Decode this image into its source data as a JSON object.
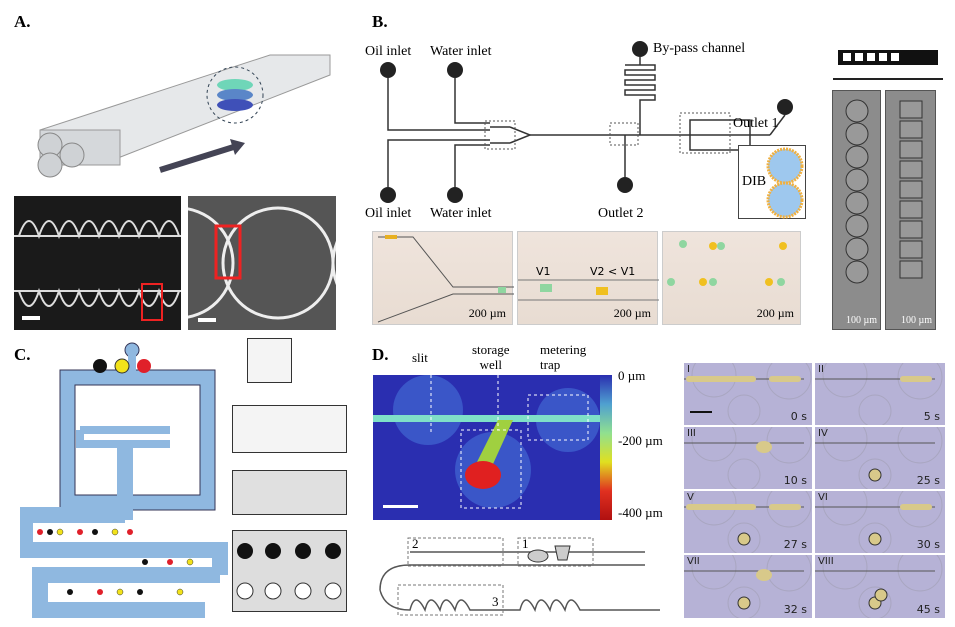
{
  "panels": {
    "a": {
      "label": "A."
    },
    "b": {
      "label": "B.",
      "oil_inlet_top": "Oil inlet",
      "water_inlet_top": "Water inlet",
      "oil_inlet_bottom": "Oil inlet",
      "water_inlet_bottom": "Water inlet",
      "bypass": "By-pass channel",
      "outlet1": "Outlet 1",
      "outlet2": "Outlet 2",
      "dib": "DIB",
      "v1": "V1",
      "v2": "V2 < V1",
      "scale_200": "200 µm",
      "scale_100": "100 µm"
    },
    "c": {
      "label": "C."
    },
    "d": {
      "label": "D.",
      "slit": "slit",
      "storage": "storage",
      "well": "well",
      "metering": "metering",
      "trap": "trap",
      "cb_0": "0 µm",
      "cb_200": "-200 µm",
      "cb_400": "-400 µm",
      "region_1": "1",
      "region_2": "2",
      "region_3": "3",
      "frames": [
        {
          "num": "I",
          "time": "0 s"
        },
        {
          "num": "II",
          "time": "5 s"
        },
        {
          "num": "III",
          "time": "10 s"
        },
        {
          "num": "IV",
          "time": "25 s"
        },
        {
          "num": "V",
          "time": "27 s"
        },
        {
          "num": "VI",
          "time": "30 s"
        },
        {
          "num": "VII",
          "time": "32 s"
        },
        {
          "num": "VIII",
          "time": "45 s"
        }
      ]
    }
  },
  "colors": {
    "channel_blue": "#8fb8e0",
    "droplet_red": "#e0202a",
    "droplet_yellow": "#f2e21a",
    "timelapse_bg": "#b6b2d6"
  }
}
